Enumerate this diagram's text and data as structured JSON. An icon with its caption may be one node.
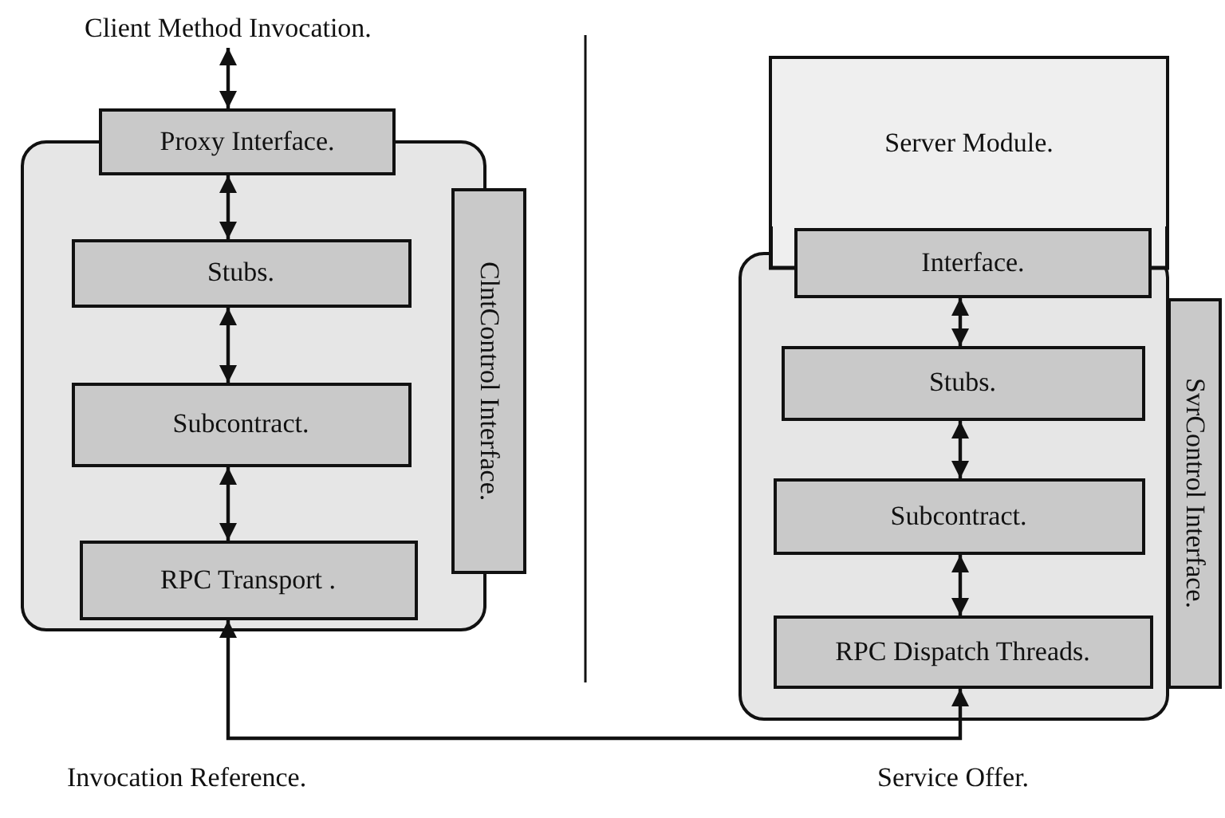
{
  "diagram": {
    "nodes": [
      {
        "text": [
          "Client Method Invocation."
        ]
      },
      {
        "text": [],
        "shape": "box"
      },
      {
        "text": [
          "Proxy Interface."
        ]
      },
      {
        "text": [
          "Stubs."
        ],
        "in": 1
      },
      {
        "text": [
          "Subcontract."
        ],
        "in": 1
      },
      {
        "text": [
          "RPC Transport ."
        ],
        "in": 1
      },
      {
        "text": [
          "ClntControl Interface."
        ]
      },
      {
        "text": [
          "Server Module."
        ]
      },
      {
        "text": [],
        "shape": "box"
      },
      {
        "text": [
          "Interface."
        ]
      },
      {
        "text": [
          "Stubs."
        ],
        "in": 8
      },
      {
        "text": [
          "Subcontract."
        ],
        "in": 8
      },
      {
        "text": [
          "RPC Dispatch Threads."
        ],
        "in": 8
      },
      {
        "text": [
          "SvrControl Interface."
        ]
      }
    ],
    "edges": [
      {
        "from": 0,
        "to": 2,
        "arrow": "both"
      },
      {
        "from": 2,
        "to": 3,
        "arrow": "both"
      },
      {
        "from": 3,
        "to": 4,
        "arrow": "both"
      },
      {
        "from": 4,
        "to": 5,
        "arrow": "both"
      },
      {
        "from": 5,
        "to": 12,
        "arrow": "both"
      },
      {
        "from": 9,
        "to": 10,
        "arrow": "both"
      },
      {
        "from": 10,
        "to": 11,
        "arrow": "both"
      },
      {
        "from": 11,
        "to": 12,
        "arrow": "both"
      }
    ],
    "labels": [
      "Invocation Reference.",
      "Service Offer."
    ]
  }
}
